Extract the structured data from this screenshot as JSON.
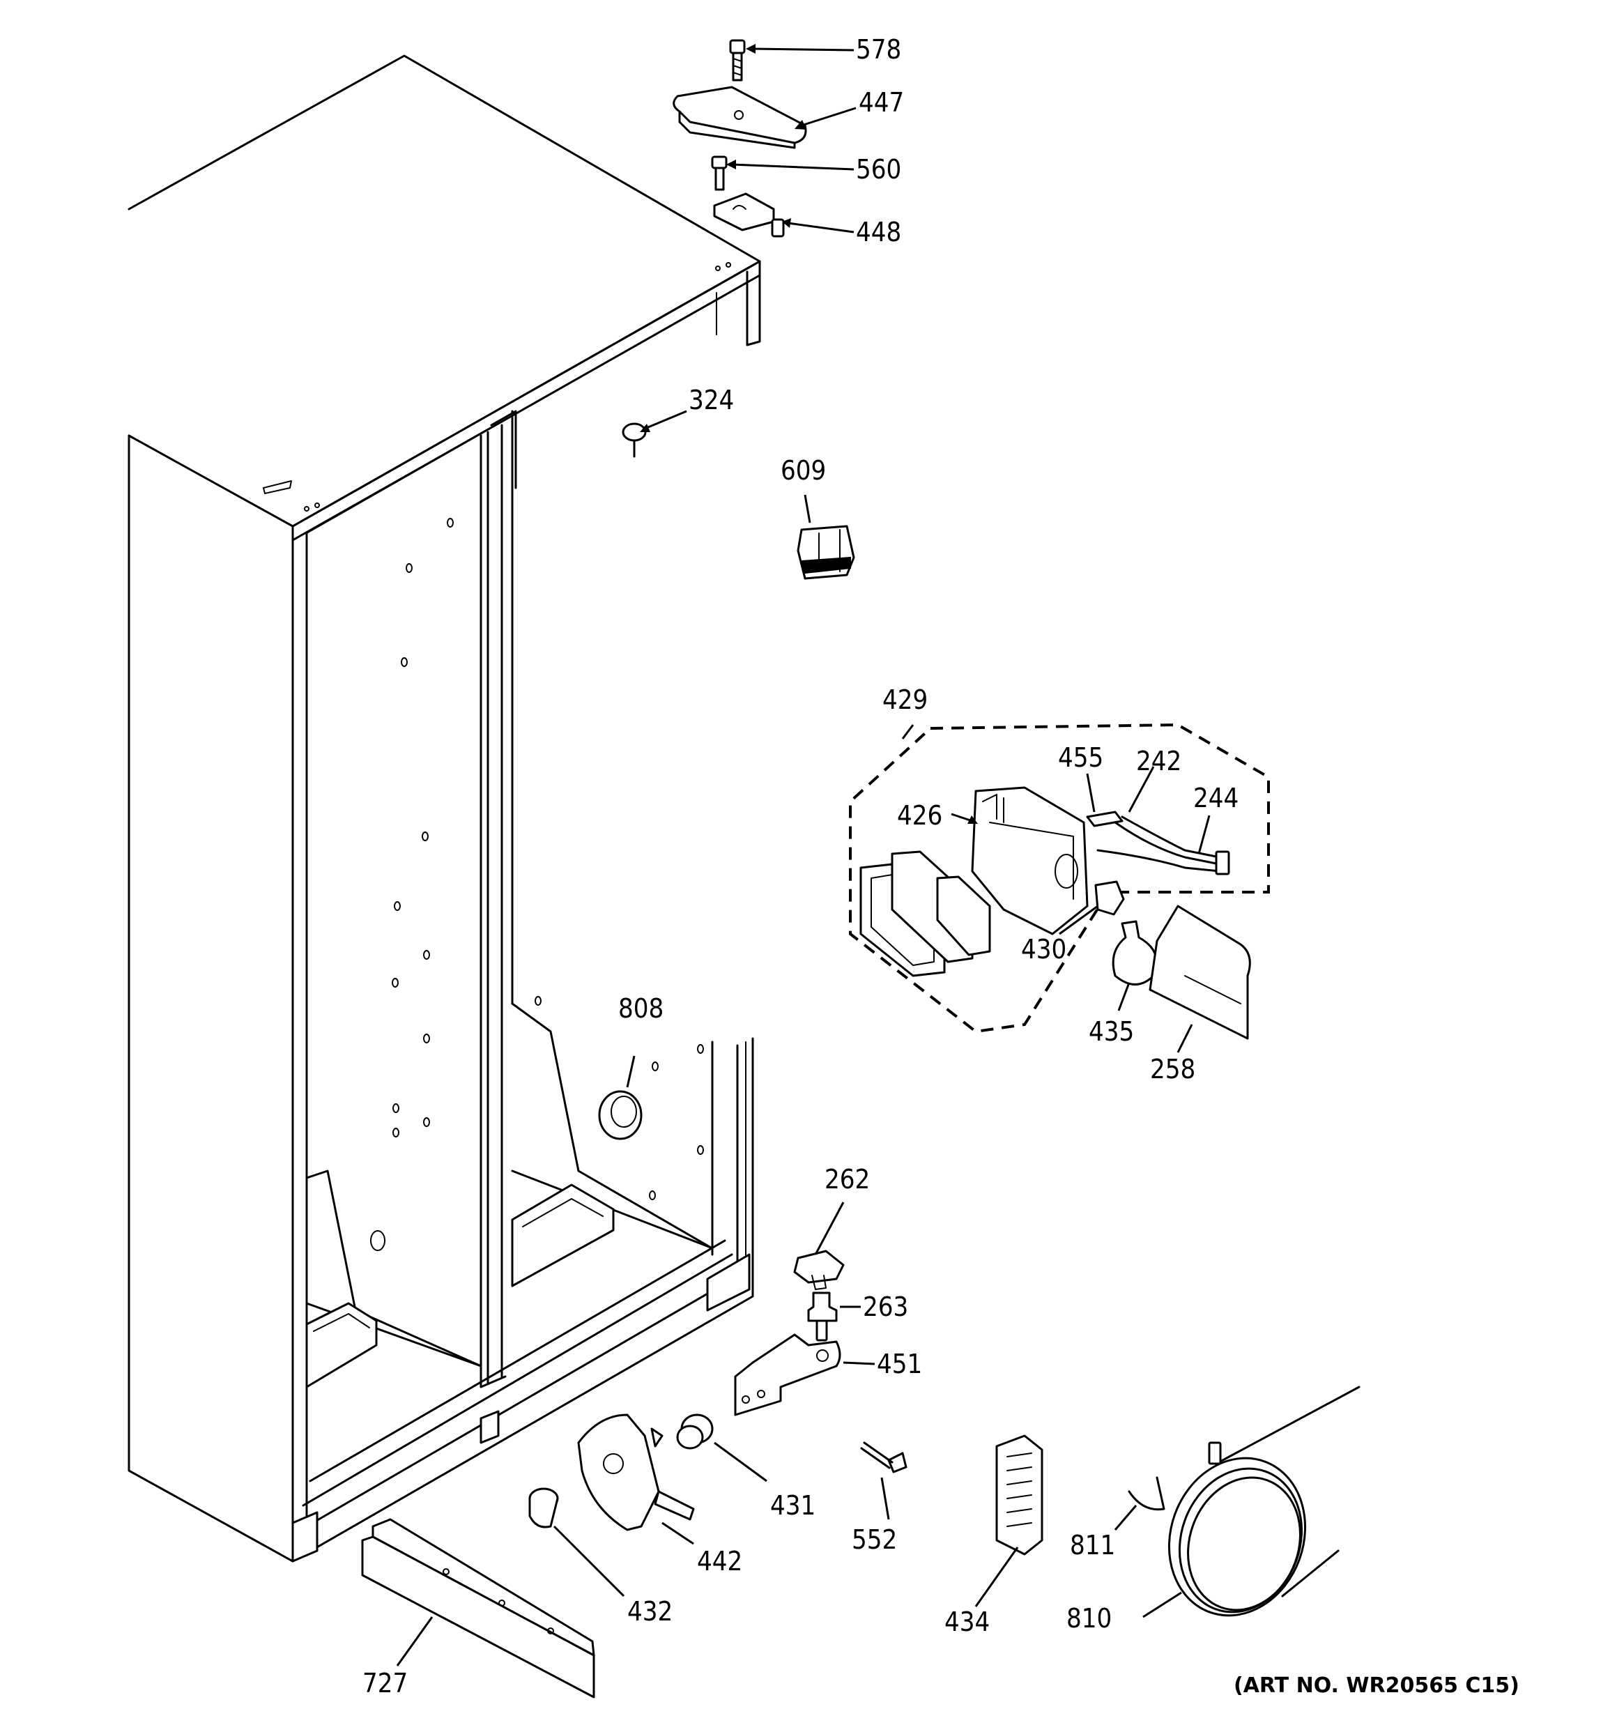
{
  "diagram": {
    "art_number": "(ART NO. WR20565 C15)",
    "callouts": {
      "578": "578",
      "447": "447",
      "560": "560",
      "448": "448",
      "324": "324",
      "609": "609",
      "429": "429",
      "455": "455",
      "242": "242",
      "244": "244",
      "426": "426",
      "430": "430",
      "435": "435",
      "258": "258",
      "808": "808",
      "262": "262",
      "263": "263",
      "451": "451",
      "431": "431",
      "552": "552",
      "442": "442",
      "432": "432",
      "434": "434",
      "811": "811",
      "810": "810",
      "727": "727"
    }
  }
}
